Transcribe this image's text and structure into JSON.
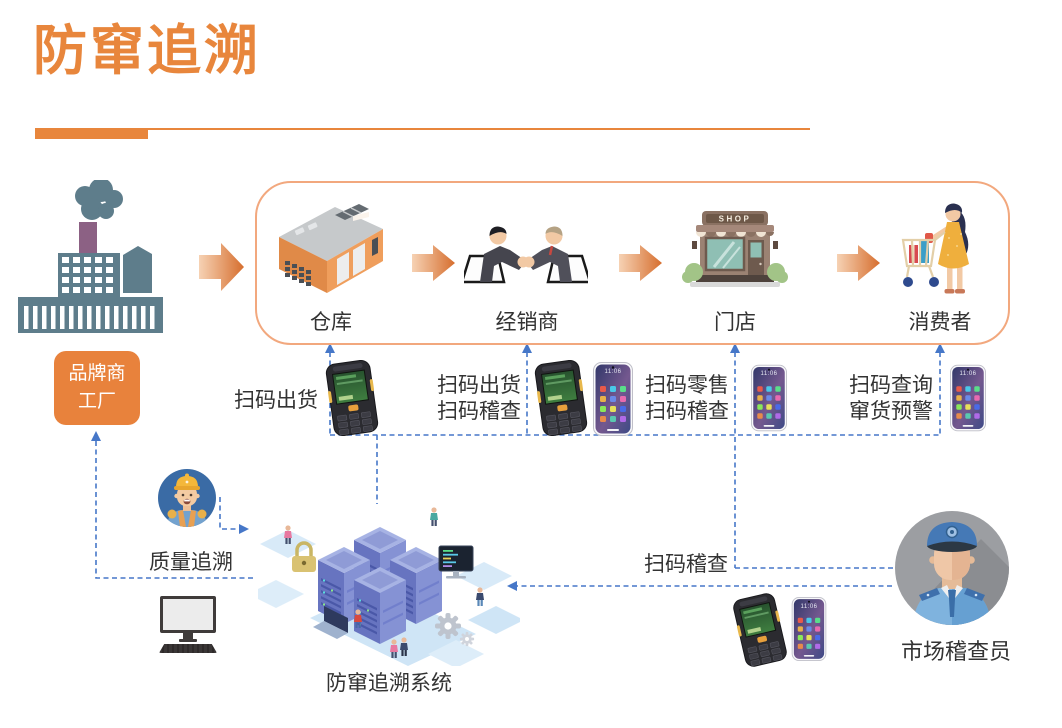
{
  "page": {
    "title": "防窜追溯"
  },
  "theme": {
    "accent_orange": "#E8863C",
    "box_orange": "#E8823C",
    "container_border": "#F2A87E",
    "dashed_blue": "#4677C8",
    "text_dark": "#333333"
  },
  "factory": {
    "label_line1": "品牌商",
    "label_line2": "工厂"
  },
  "flow": {
    "nodes": [
      {
        "label": "仓库",
        "icon": "warehouse-icon"
      },
      {
        "label": "经销商",
        "icon": "handshake-icon"
      },
      {
        "label": "门店",
        "icon": "shop-icon",
        "sign": "SHOP"
      },
      {
        "label": "消费者",
        "icon": "consumer-icon"
      }
    ]
  },
  "scan_labels": {
    "warehouse": {
      "line1": "扫码出货"
    },
    "distributor": {
      "line1": "扫码出货",
      "line2": "扫码稽查"
    },
    "store": {
      "line1": "扫码零售",
      "line2": "扫码稽查"
    },
    "consumer": {
      "line1": "扫码查询",
      "line2": "窜货预警"
    }
  },
  "quality": {
    "label": "质量追溯"
  },
  "system": {
    "label": "防窜追溯系统"
  },
  "inspector": {
    "label": "市场稽查员",
    "action_label": "扫码稽查"
  },
  "devices": {
    "phone_clock": "11:06"
  }
}
